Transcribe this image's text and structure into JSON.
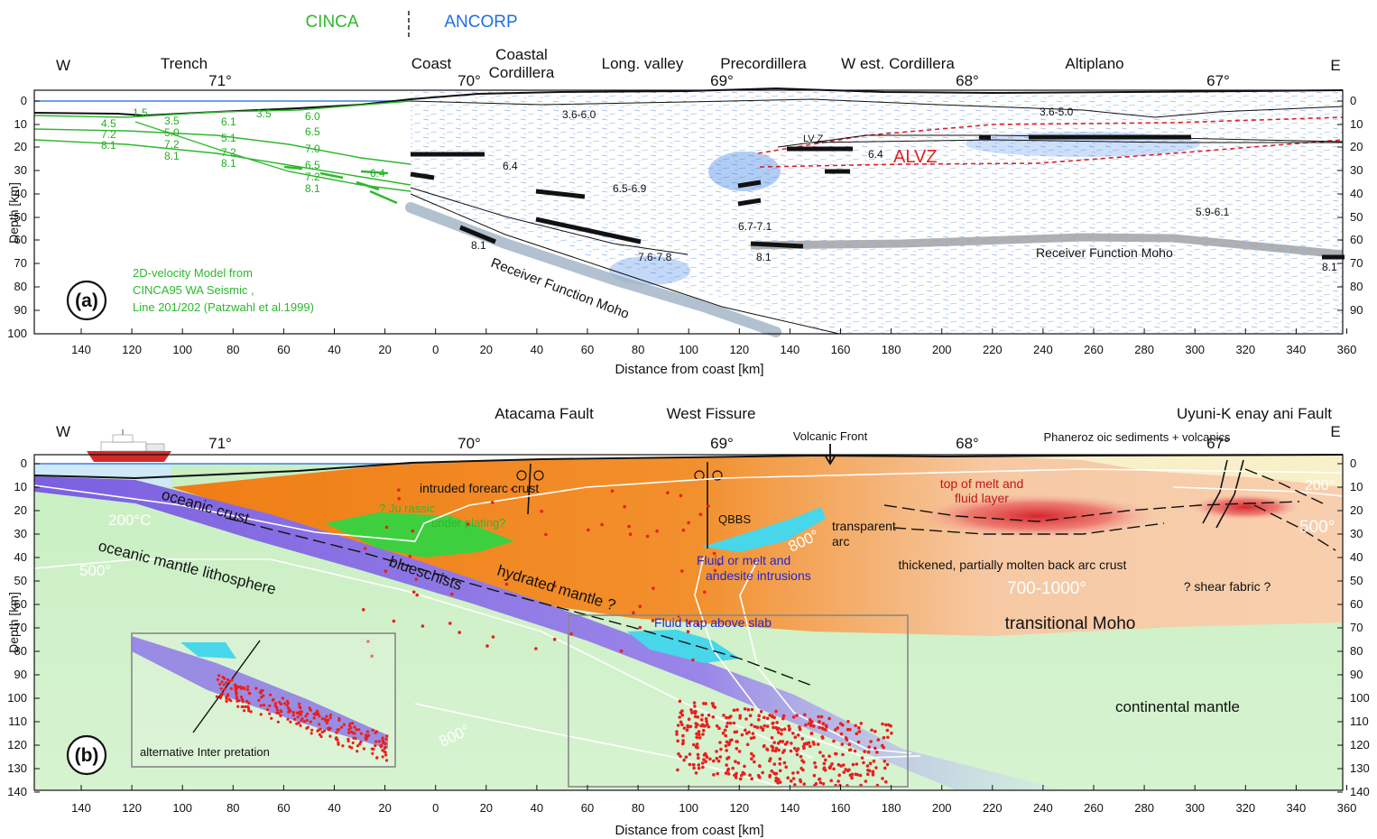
{
  "header": {
    "cinca": "CINCA",
    "ancorp": "ANCORP",
    "colors": {
      "cinca": "#2db82d",
      "ancorp": "#1f6fe0"
    }
  },
  "axes": {
    "xlabel": "Distance from coast   [km]",
    "ylabel": "Depth [km]",
    "x_ticks": [
      "140",
      "120",
      "100",
      "80",
      "60",
      "40",
      "20",
      "0",
      "20",
      "40",
      "60",
      "80",
      "100",
      "120",
      "140",
      "160",
      "180",
      "200",
      "220",
      "240",
      "260",
      "280",
      "300",
      "320",
      "340",
      "360"
    ],
    "a_depth_ticks": [
      "0",
      "10",
      "20",
      "30",
      "40",
      "50",
      "60",
      "70",
      "80",
      "90",
      "100"
    ],
    "b_depth_ticks": [
      "0",
      "10",
      "20",
      "30",
      "40",
      "50",
      "60",
      "70",
      "80",
      "90",
      "100",
      "110",
      "120",
      "130",
      "140"
    ]
  },
  "panel_a": {
    "tag": "(a)",
    "compass": {
      "w": "W",
      "e": "E"
    },
    "longitudes": [
      "71°",
      "70°",
      "69°",
      "68°",
      "67°"
    ],
    "regions": {
      "trench": "Trench",
      "coast": "Coast",
      "coastal_cordillera_1": "Coastal",
      "coastal_cordillera_2": "Cordillera",
      "long_valley": "Long. valley",
      "precordillera": "Precordillera",
      "west_cordillera": "W est. Cordillera",
      "altiplano": "Altiplano"
    },
    "velocities_black": [
      "3.6-6.0",
      "6.4",
      "6.5-6.9",
      "3.6-5.0",
      "6.4",
      "6.7-7.1",
      "5.9-6.1",
      "8.1",
      "7.6-7.8",
      "8.1",
      "8.1"
    ],
    "velocities_green": [
      "1.5",
      "4.5",
      "7.2",
      "8.1",
      "3.5",
      "5.0",
      "7.2",
      "8.1",
      "6.1",
      "5.1",
      "7.2",
      "8.1",
      "3.5",
      "6.0",
      "6.5",
      "7.0",
      "6.5",
      "7.2",
      "8.1",
      "6.4"
    ],
    "lvz": "LV Z",
    "alvz": "ALVZ",
    "rf_moho_dip": "Receiver Function Moho",
    "rf_moho_flat": "Receiver Function Moho",
    "model_note": [
      "2D-velocity Model from",
      "CINCA95   WA Seismic  ,",
      "Line 201/202  (Patzwahl et al.1999)"
    ]
  },
  "panel_b": {
    "tag": "(b)",
    "compass": {
      "w": "W",
      "e": "E"
    },
    "longitudes": [
      "71°",
      "70°",
      "69°",
      "68°",
      "67°"
    ],
    "faults": {
      "atacama": "Atacama Fault",
      "west_fissure": "West Fissure",
      "uyuni": "Uyuni-K enay ani Fault",
      "volcanic_front": "Volcanic Front",
      "sediments": "Phaneroz oic sediments + volcanics"
    },
    "labels": {
      "oceanic_crust": "oceanic crust",
      "oceanic_mantle": "oceanic mantle lithosphere",
      "blueschists": "blueschists",
      "hydrated_mantle": "hydrated mantle ?",
      "intruded_crust": "intruded  forearc  crust",
      "jurassic_1": "? Ju rassic",
      "jurassic_2": "under plating?",
      "qbbs": "QBBS",
      "transparent_1": "transparent",
      "transparent_2": "arc",
      "fluid_1": "Fluid or   melt and",
      "fluid_2": "andesite intrusions",
      "melt_1": "top of melt and",
      "melt_2": "fluid layer",
      "backarc": "thickened, partially molten back arc crust",
      "shear": "? shear fabric ?",
      "transitional_moho": "transitional Moho",
      "continental_mantle": "continental  mantle",
      "fluid_trap": "Fluid trap above slab",
      "alt_interp": "alternative Inter pretation"
    },
    "isotherms": [
      "200°C",
      "500°",
      "800°",
      "800°",
      "700-1000°",
      "200°",
      "500°"
    ]
  }
}
